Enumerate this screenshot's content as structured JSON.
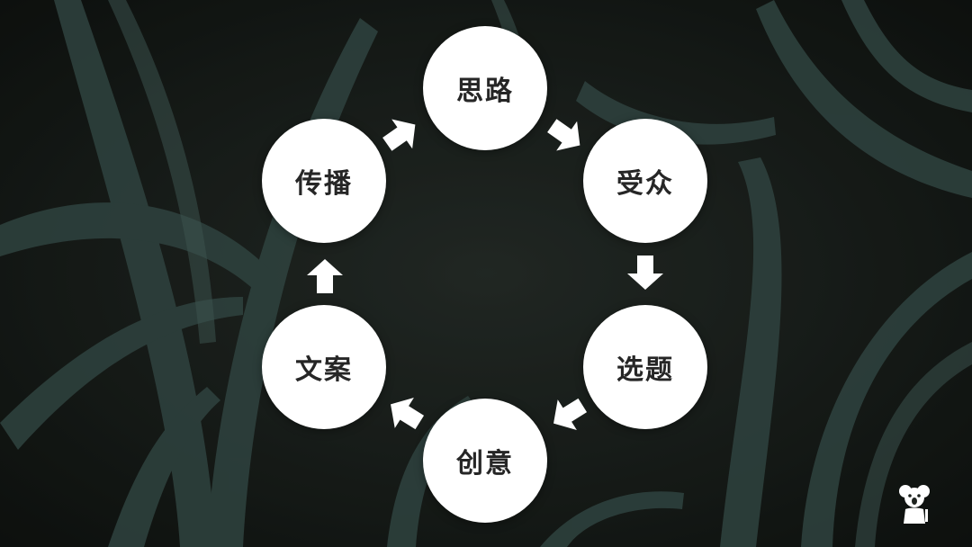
{
  "cycle": {
    "nodes": [
      {
        "label": "思路"
      },
      {
        "label": "受众"
      },
      {
        "label": "选题"
      },
      {
        "label": "创意"
      },
      {
        "label": "文案"
      },
      {
        "label": "传播"
      }
    ],
    "arrow_icon": "arrow-icon",
    "logo_icon": "koala-logo-icon",
    "colors": {
      "node_fill": "#ffffff",
      "node_text": "#262626",
      "arrow": "#ffffff",
      "background": "#1d221e",
      "leaf": "#3f5a55"
    }
  }
}
